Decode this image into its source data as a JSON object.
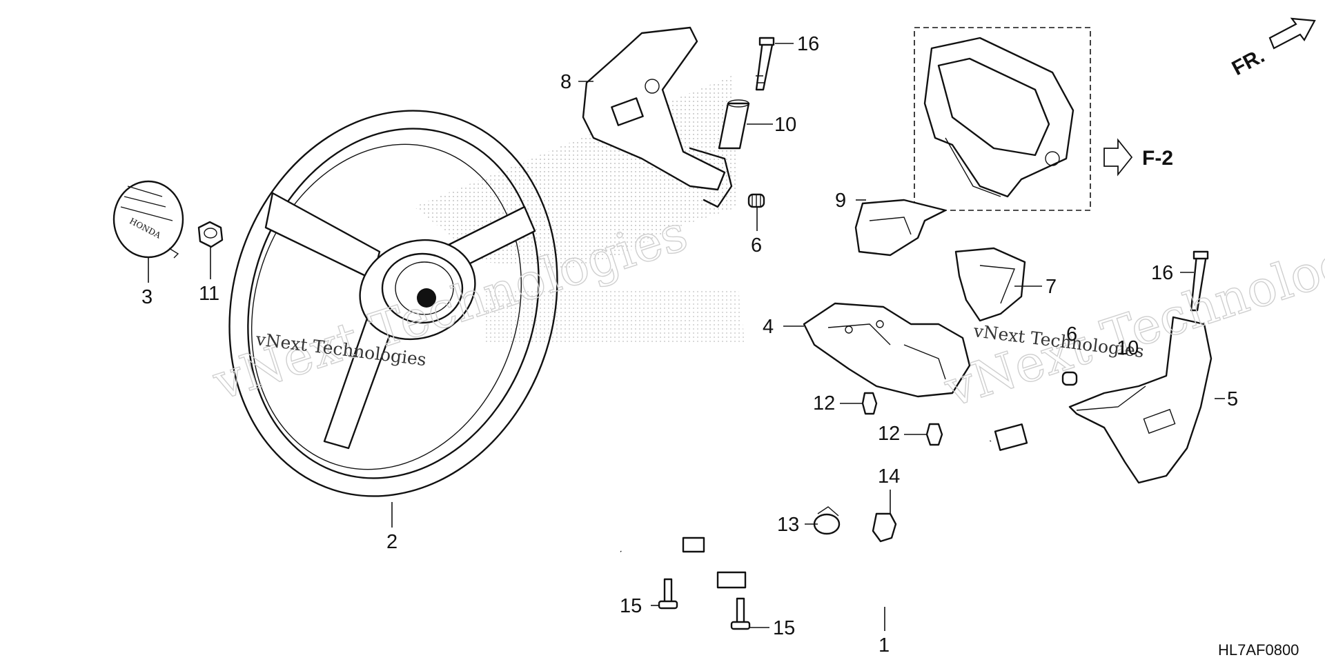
{
  "diagram": {
    "code": "HL7AF0800",
    "direction_label": "FR.",
    "reference_label": "F-2",
    "watermark": "vNext Technologies",
    "callouts": {
      "c1": "1",
      "c2": "2",
      "c3": "3",
      "c4": "4",
      "c5": "5",
      "c6a": "6",
      "c6b": "6",
      "c7": "7",
      "c8": "8",
      "c9": "9",
      "c10a": "10",
      "c10b": "10",
      "c11": "11",
      "c12a": "12",
      "c12b": "12",
      "c13": "13",
      "c14": "14",
      "c15a": "15",
      "c15b": "15",
      "c16a": "16",
      "c16b": "16"
    }
  }
}
